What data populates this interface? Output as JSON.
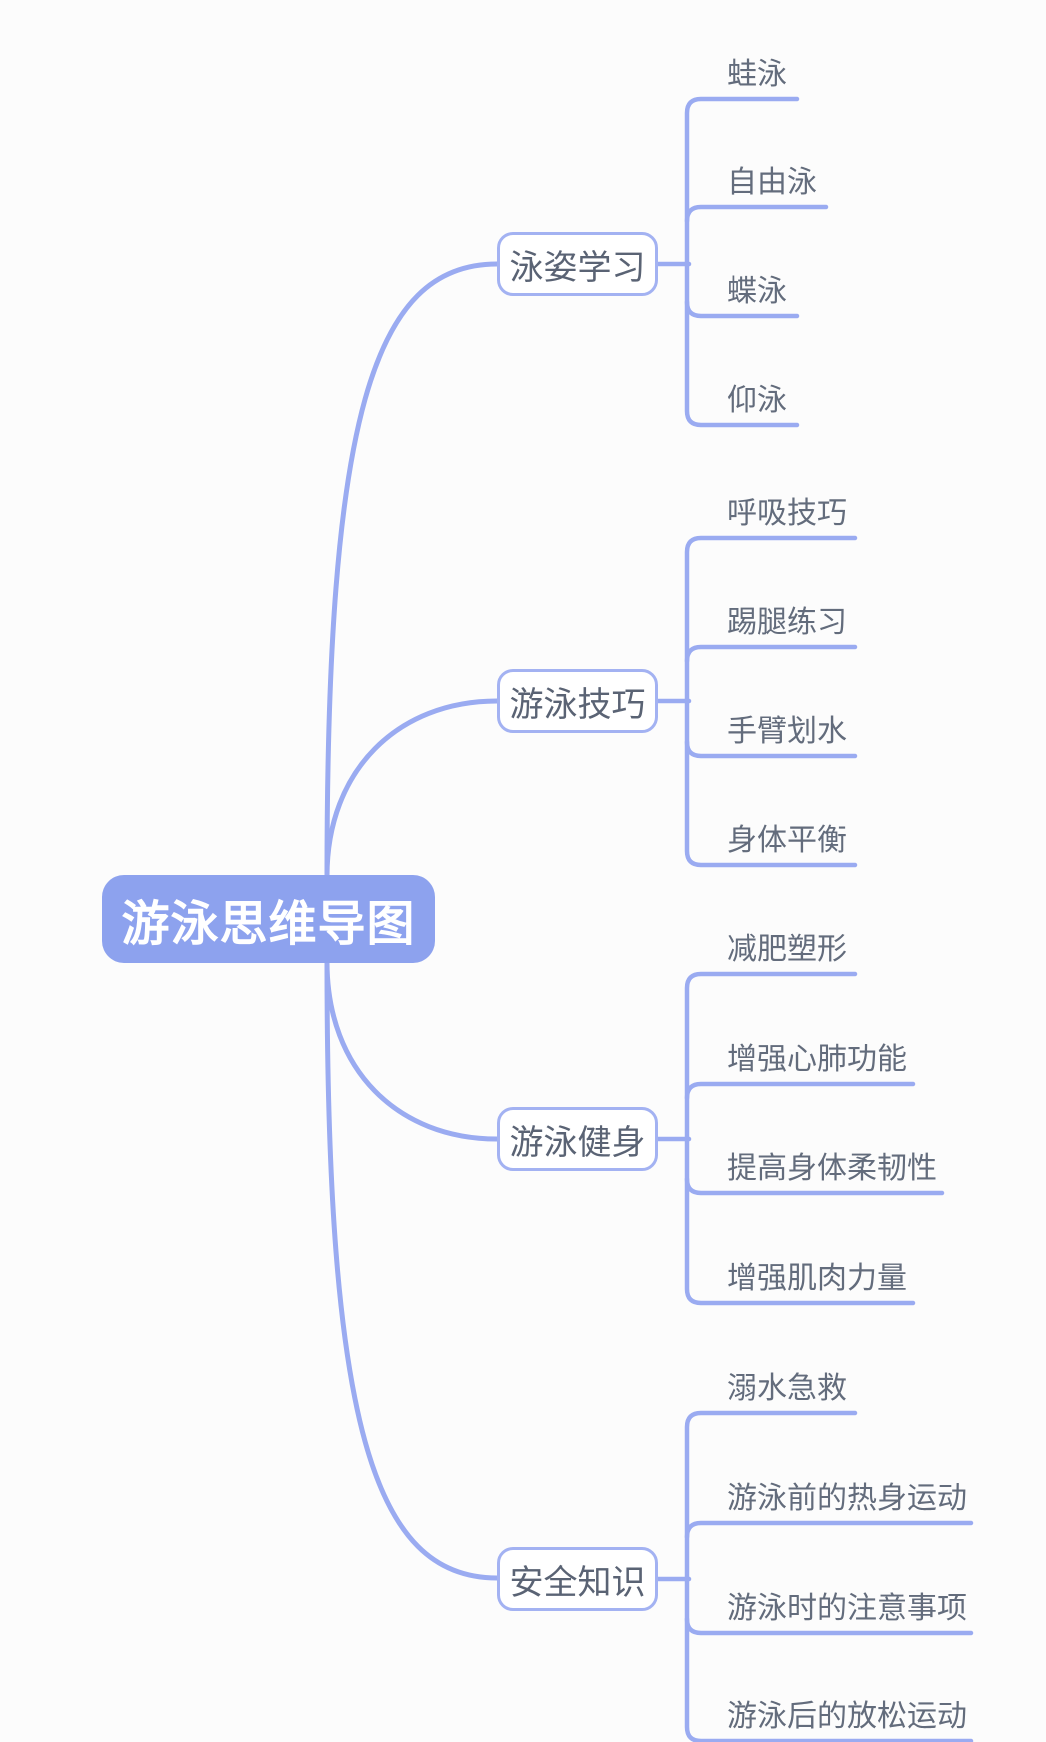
{
  "root": {
    "label": "游泳思维导图"
  },
  "branches": [
    {
      "label": "泳姿学习",
      "children": [
        {
          "label": "蛙泳"
        },
        {
          "label": "自由泳"
        },
        {
          "label": "蝶泳"
        },
        {
          "label": "仰泳"
        }
      ]
    },
    {
      "label": "游泳技巧",
      "children": [
        {
          "label": "呼吸技巧"
        },
        {
          "label": "踢腿练习"
        },
        {
          "label": "手臂划水"
        },
        {
          "label": "身体平衡"
        }
      ]
    },
    {
      "label": "游泳健身",
      "children": [
        {
          "label": "减肥塑形"
        },
        {
          "label": "增强心肺功能"
        },
        {
          "label": "提高身体柔韧性"
        },
        {
          "label": "增强肌肉力量"
        }
      ]
    },
    {
      "label": "安全知识",
      "children": [
        {
          "label": "溺水急救"
        },
        {
          "label": "游泳前的热身运动"
        },
        {
          "label": "游泳时的注意事项"
        },
        {
          "label": "游泳后的放松运动"
        }
      ]
    }
  ],
  "colors": {
    "line": "#9aabf1",
    "root_fill": "#8da2ee",
    "root_text": "#ffffff",
    "node_border": "#a3b2f2",
    "node_fill": "#ffffff",
    "node_text": "#5a6374",
    "child_text": "#636c7c",
    "background": "#fcfcfc"
  }
}
